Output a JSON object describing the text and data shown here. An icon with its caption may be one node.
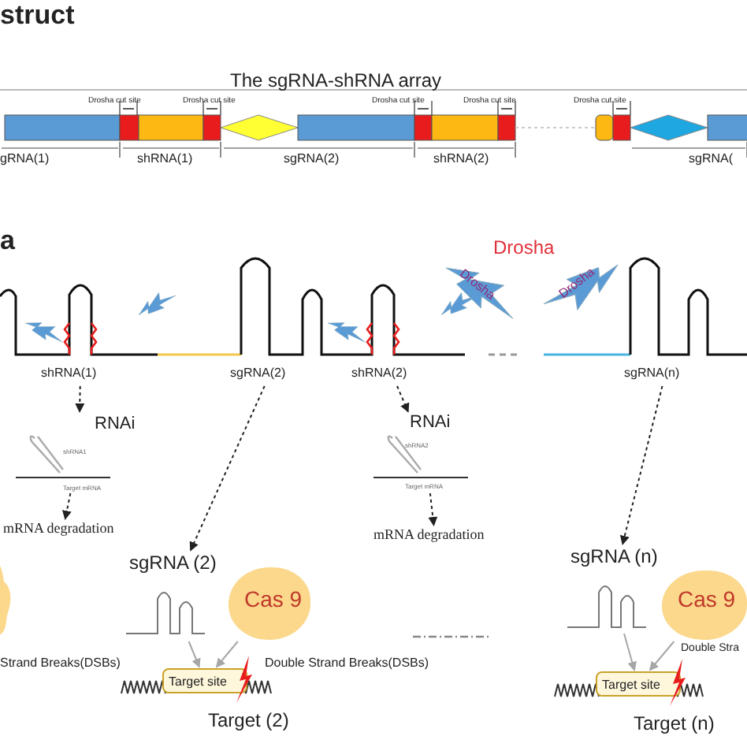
{
  "diagram": {
    "nodes": [
      {
        "text": [
          "shRNA(1)"
        ]
      },
      {
        "text": [
          "sgRNA(2)"
        ]
      },
      {
        "text": [
          "shRNA(2)"
        ]
      },
      {
        "text": [
          "sgRNA(n)"
        ]
      },
      {
        "text": [
          "RNAi",
          "shRNA1",
          "Target mRNA"
        ]
      },
      {
        "text": [
          "mRNA degradation"
        ]
      },
      {
        "text": [
          "RNAi",
          "shRNA2",
          "Target mRNA"
        ]
      },
      {
        "text": [
          "mRNA degradation"
        ]
      },
      {
        "text": [
          "sgRNA (2)"
        ]
      },
      {
        "text": [
          "Cas 9"
        ]
      },
      {
        "text": [
          "Target site"
        ],
        "beside": [
          "Target (2)"
        ]
      },
      {
        "text": [
          "sgRNA (n)"
        ]
      },
      {
        "text": [
          "Cas 9"
        ]
      },
      {
        "text": [
          "Target site"
        ],
        "beside": [
          "Target (n)"
        ]
      },
      {
        "text": [],
        "shape": "cloud"
      }
    ],
    "edges": [
      {
        "from": 0,
        "to": 4,
        "arrow": "to",
        "style": "dashed"
      },
      {
        "from": 4,
        "to": 5,
        "arrow": "to",
        "style": "dashed"
      },
      {
        "from": 1,
        "to": 8,
        "arrow": "to",
        "style": "dashed"
      },
      {
        "from": 2,
        "to": 6,
        "arrow": "to",
        "style": "dashed"
      },
      {
        "from": 6,
        "to": 7,
        "arrow": "to",
        "style": "dashed"
      },
      {
        "from": 3,
        "to": 11,
        "arrow": "to",
        "style": "dashed"
      },
      {
        "from": 8,
        "to": 10,
        "arrow": "to",
        "color": "#a6a6a6"
      },
      {
        "from": 9,
        "to": 10,
        "arrow": "to",
        "color": "#a6a6a6"
      },
      {
        "from": 11,
        "to": 13,
        "arrow": "to",
        "color": "#a6a6a6"
      },
      {
        "from": 12,
        "to": 13,
        "arrow": "to",
        "color": "#a6a6a6"
      }
    ],
    "labels": [
      "struct",
      "The sgRNA-shRNA array",
      "Drosha cut site",
      "Drosha cut site",
      "Drosha cut site",
      "Drosha cut site",
      "Drosha cut site",
      "gRNA(1)",
      "shRNA(1)",
      "sgRNA(2)",
      "shRNA(2)",
      "sgRNA(",
      "a",
      "Drosha",
      "Drosha",
      "Drosha",
      "Strand Breaks(DSBs)",
      "Double Strand Breaks(DSBs)",
      "Double Stra"
    ]
  }
}
